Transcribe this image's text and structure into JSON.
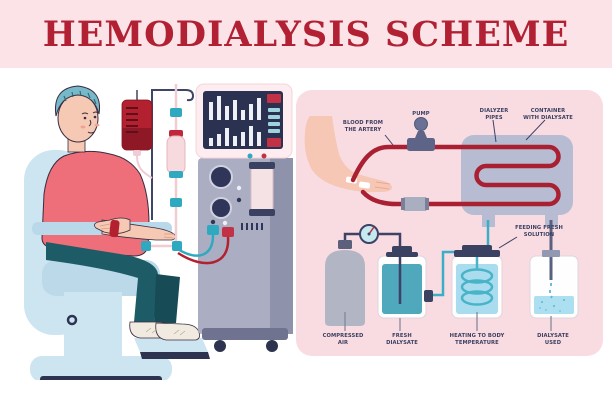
{
  "title": "HEMODIALYSIS SCHEME",
  "colors": {
    "title_text": "#b22133",
    "title_band_bg": "#fce3e8",
    "panel_bg": "#f9dce2",
    "blood_red": "#a82031",
    "container_grey": "#b7bcd2",
    "pipe_navy": "#3d4266",
    "teal": "#3aaec6",
    "teal_liquid": "#4fa8bc",
    "light_blue_liquid": "#a9dcee",
    "skin_tone": "#f6c7b4",
    "label_text": "#3a3f60"
  },
  "scheme": {
    "labels": {
      "blood_from_artery": "BLOOD FROM\nTHE ARTERY",
      "pump": "PUMP",
      "dialyzer_pipes": "DIALYZER\nPIPES",
      "container_with_dialysate": "CONTAINER\nWITH DIALYSATE",
      "feeding_fresh_solution": "FEEDING FRESH\nSOLUTION",
      "compressed_air": "COMPRESSED\nAIR",
      "fresh_dialysate": "FRESH\nDIALYSATE",
      "heating_to_body_temperature": "HEATING TO BODY\nTEMPERATURE",
      "dialysate_used": "DIALYSATE\nUSED"
    }
  }
}
